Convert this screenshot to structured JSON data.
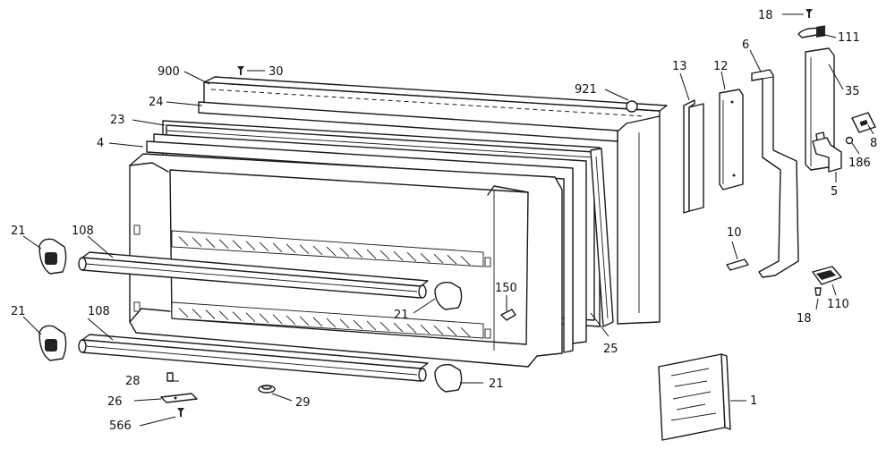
{
  "diagram": {
    "callouts": [
      {
        "id": "c18a",
        "text": "18"
      },
      {
        "id": "c111",
        "text": "111"
      },
      {
        "id": "c13",
        "text": "13"
      },
      {
        "id": "c12",
        "text": "12"
      },
      {
        "id": "c6",
        "text": "6"
      },
      {
        "id": "c35",
        "text": "35"
      },
      {
        "id": "c8",
        "text": "8"
      },
      {
        "id": "c186",
        "text": "186"
      },
      {
        "id": "c5",
        "text": "5"
      },
      {
        "id": "c900",
        "text": "900"
      },
      {
        "id": "c30",
        "text": "30"
      },
      {
        "id": "c921",
        "text": "921"
      },
      {
        "id": "c24",
        "text": "24"
      },
      {
        "id": "c23",
        "text": "23"
      },
      {
        "id": "c4",
        "text": "4"
      },
      {
        "id": "c21a",
        "text": "21"
      },
      {
        "id": "c108a",
        "text": "108"
      },
      {
        "id": "c21b",
        "text": "21"
      },
      {
        "id": "c108b",
        "text": "108"
      },
      {
        "id": "c150",
        "text": "150"
      },
      {
        "id": "c21c",
        "text": "21"
      },
      {
        "id": "c10",
        "text": "10"
      },
      {
        "id": "c110",
        "text": "110"
      },
      {
        "id": "c18b",
        "text": "18"
      },
      {
        "id": "c25",
        "text": "25"
      },
      {
        "id": "c28",
        "text": "28"
      },
      {
        "id": "c26",
        "text": "26"
      },
      {
        "id": "c29",
        "text": "29"
      },
      {
        "id": "c566",
        "text": "566"
      },
      {
        "id": "c21d",
        "text": "21"
      },
      {
        "id": "c1",
        "text": "1"
      }
    ]
  }
}
